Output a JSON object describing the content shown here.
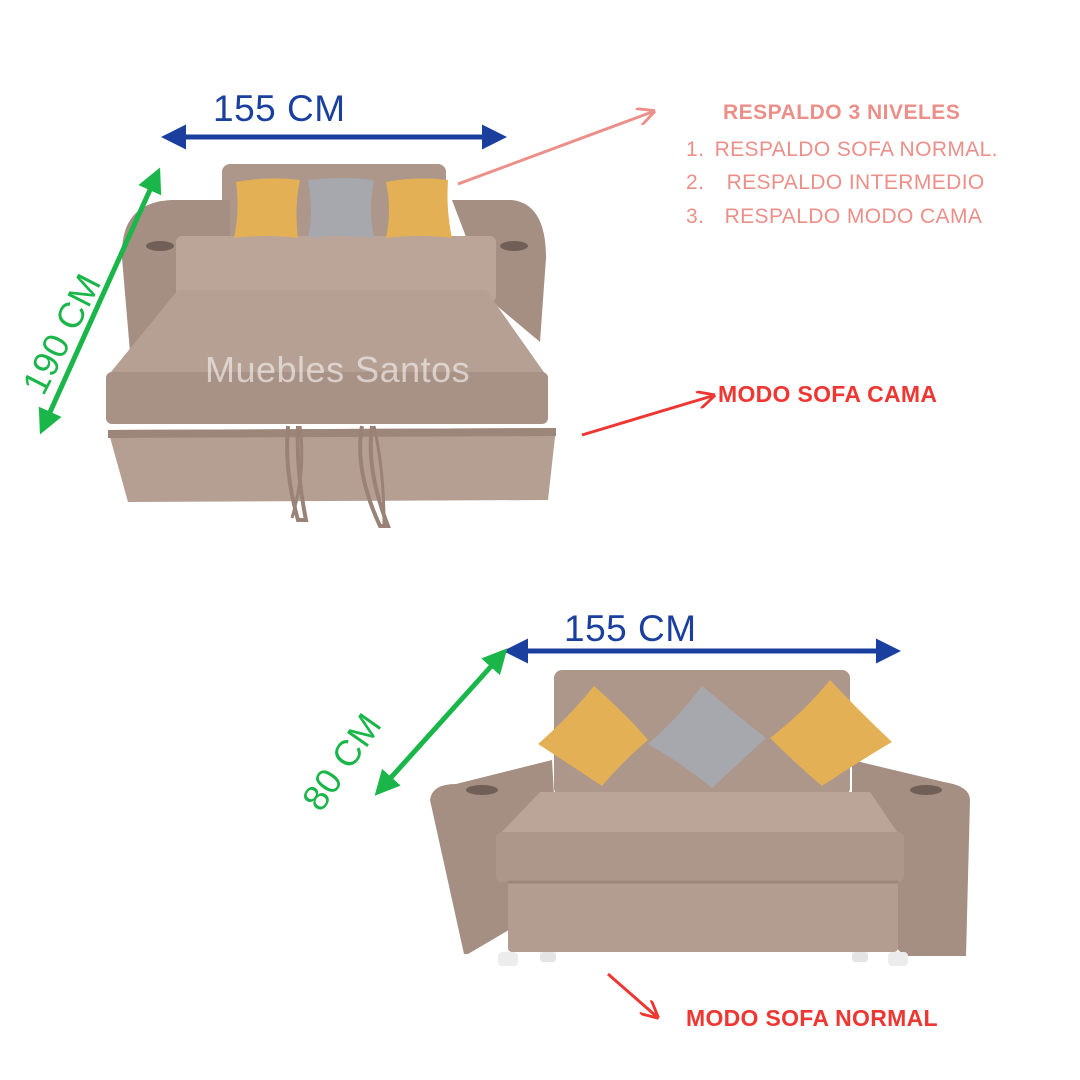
{
  "top_sofa": {
    "width_label": "155 CM",
    "length_label": "190 CM",
    "mode_label": "MODO SOFA  CAMA",
    "watermark": "Muebles Santos"
  },
  "backrest_info": {
    "title": "RESPALDO 3 NIVELES",
    "items": [
      {
        "number": "1.",
        "text": "RESPALDO  SOFA NORMAL."
      },
      {
        "number": "2.",
        "text": "RESPALDO INTERMEDIO"
      },
      {
        "number": "3.",
        "text": "RESPALDO MODO CAMA"
      }
    ]
  },
  "bottom_sofa": {
    "width_label": "155 CM",
    "depth_label": "80 CM",
    "mode_label": "MODO SOFA NORMAL"
  },
  "colors": {
    "fabric": "#b39d91",
    "fabric_dark": "#9e8679",
    "fabric_light": "#c2aca0",
    "pillow_yellow": "#e4b056",
    "pillow_gray": "#a7a8ad",
    "arrow_blue": "#1a3f9e",
    "arrow_green": "#1bb64a",
    "text_pink": "#ec8f89",
    "text_red": "#ee3732"
  }
}
